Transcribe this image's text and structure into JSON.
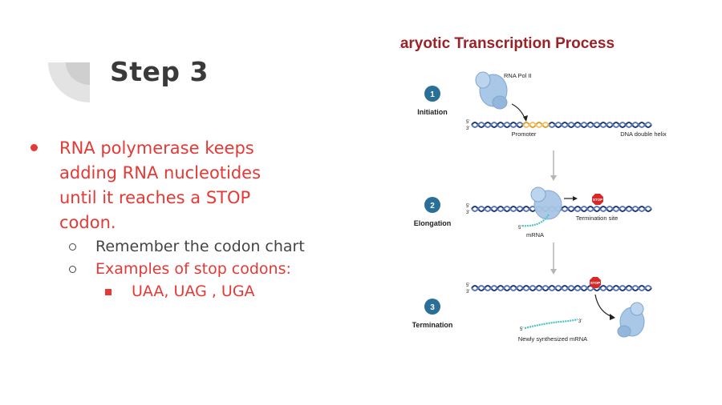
{
  "slide": {
    "title": "Step 3",
    "bullet_main": "RNA polymerase keeps adding RNA nucleotides until it reaches a STOP codon.",
    "sub_bullets": [
      "Remember the codon chart",
      "Examples of stop codons:"
    ],
    "sub_sub_bullet": "UAA, UAG , UGA"
  },
  "diagram": {
    "title": "Eukaryotic Transcription Process",
    "steps": [
      {
        "number": "1",
        "label": "Initiation"
      },
      {
        "number": "2",
        "label": "Elongation"
      },
      {
        "number": "3",
        "label": "Termination"
      }
    ],
    "labels": {
      "rna_pol": "RNA Pol II",
      "promoter": "Promoter",
      "dna": "DNA double helix",
      "termination_site": "Termination site",
      "mrna": "mRNA",
      "new_mrna": "Newly synthesized mRNA",
      "stop": "STOP",
      "five_prime": "5'",
      "three_prime": "3'"
    },
    "colors": {
      "title": "#9b2226",
      "step_circle": "#2a6f97",
      "dna": "#1f3b73",
      "promoter": "#e0a030",
      "polymerase": "#a9c7e6",
      "mrna": "#4cc2c4",
      "stop": "#d62828"
    }
  }
}
